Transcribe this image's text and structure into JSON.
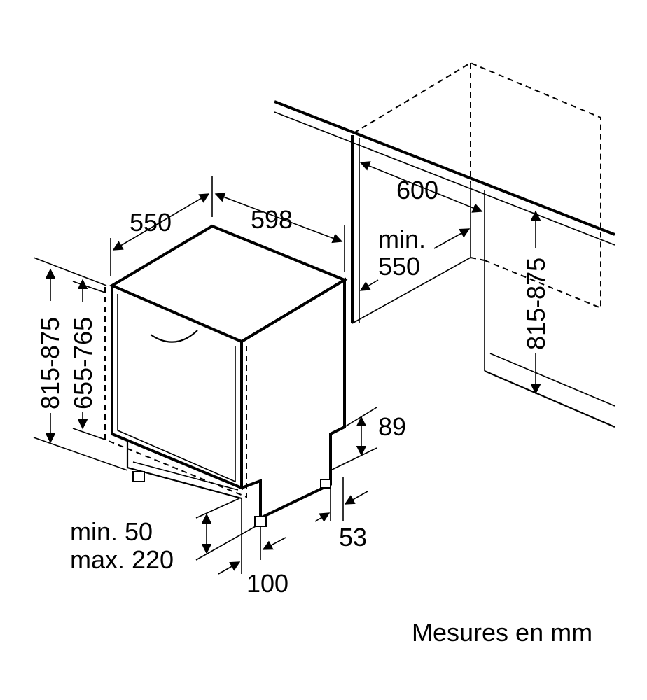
{
  "dimensions": {
    "depth": "550",
    "width": "598",
    "niche_width": "600",
    "niche_depth_min_label": "min.",
    "niche_depth_min_value": "550",
    "niche_height": "815-875",
    "height_left": "815-875",
    "door_height": "655-765",
    "plinth_height": "89",
    "plinth_recess": "53",
    "foot_offset": "100",
    "foot_min": "min. 50",
    "foot_max": "max. 220"
  },
  "caption": "Mesures en mm"
}
